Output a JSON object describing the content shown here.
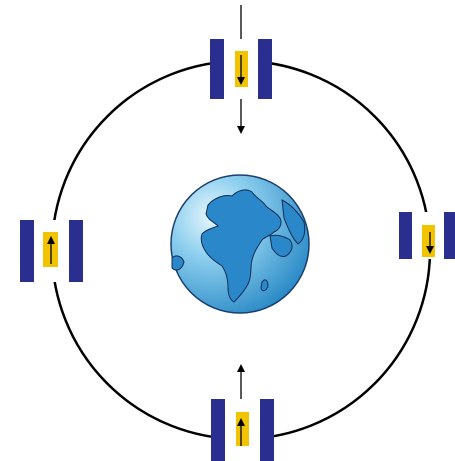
{
  "colors": {
    "background": "#ffffff",
    "orbit": "#000000",
    "satellite_panel": "#2a2f8f",
    "satellite_body": "#ffffff",
    "satellite_core": "#f2c400",
    "ocean_light": "#8fd0ef",
    "ocean_dark": "#1b7fc0",
    "land": "#1f7fc4"
  },
  "icons": {
    "earth": "globe-icon",
    "satellite": "satellite-icon",
    "arrow": "arrow-icon"
  },
  "satellites": [
    {
      "id": "top",
      "direction": "down",
      "has_external_arrow": true
    },
    {
      "id": "right",
      "direction": "down",
      "has_external_arrow": false
    },
    {
      "id": "bottom",
      "direction": "up",
      "has_external_arrow": true
    },
    {
      "id": "left",
      "direction": "up",
      "has_external_arrow": false
    }
  ]
}
